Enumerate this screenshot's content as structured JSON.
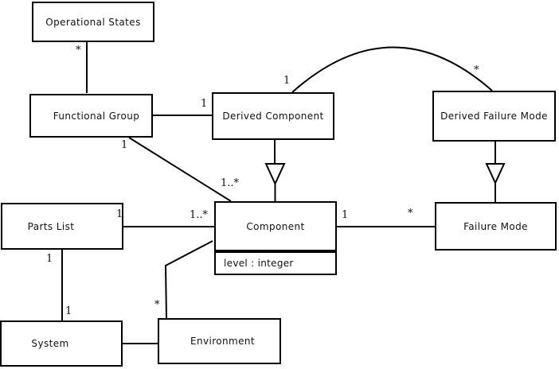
{
  "diagram": {
    "type": "uml-class-diagram",
    "background_color": "#ffffff",
    "line_color": "#000000",
    "classes": [
      {
        "id": "operational-states",
        "name": "Operational States"
      },
      {
        "id": "functional-group",
        "name": "Functional Group"
      },
      {
        "id": "derived-component",
        "name": "Derived Component"
      },
      {
        "id": "derived-failure-mode",
        "name": "Derived Failure Mode"
      },
      {
        "id": "parts-list",
        "name": "Parts List"
      },
      {
        "id": "component",
        "name": "Component",
        "attributes": [
          "level : integer"
        ]
      },
      {
        "id": "failure-mode",
        "name": "Failure Mode"
      },
      {
        "id": "system",
        "name": "System"
      },
      {
        "id": "environment",
        "name": "Environment"
      }
    ],
    "labels": {
      "os_fg": "*",
      "fg_dc": "1",
      "dc_arc": "1",
      "dfm_arc": "*",
      "fg_comp_1": "1",
      "fg_comp_many": "1..*",
      "pl_comp_1": "1",
      "pl_comp_many": "1..*",
      "comp_fm_1": "1",
      "comp_fm_star": "*",
      "pl_sys_top": "1",
      "pl_sys_bottom": "1",
      "comp_env_star": "*"
    },
    "relationships": [
      {
        "kind": "association",
        "from": "Functional Group",
        "to": "Operational States",
        "to_multiplicity": "*"
      },
      {
        "kind": "association",
        "from": "Functional Group",
        "from_multiplicity": "1",
        "to": "Derived Component"
      },
      {
        "kind": "association",
        "from": "Derived Component",
        "from_multiplicity": "1",
        "to": "Derived Failure Mode",
        "to_multiplicity": "*"
      },
      {
        "kind": "association",
        "from": "Functional Group",
        "from_multiplicity": "1",
        "to": "Component",
        "to_multiplicity": "1..*"
      },
      {
        "kind": "generalization",
        "child": "Derived Component",
        "parent": "Component"
      },
      {
        "kind": "generalization",
        "child": "Derived Failure Mode",
        "parent": "Failure Mode"
      },
      {
        "kind": "association",
        "from": "Parts List",
        "from_multiplicity": "1",
        "to": "Component",
        "to_multiplicity": "1..*"
      },
      {
        "kind": "association",
        "from": "Component",
        "from_multiplicity": "1",
        "to": "Failure Mode",
        "to_multiplicity": "*"
      },
      {
        "kind": "association",
        "from": "Parts List",
        "from_multiplicity": "1",
        "to": "System",
        "to_multiplicity": "1"
      },
      {
        "kind": "association",
        "from": "System",
        "to": "Environment"
      },
      {
        "kind": "association",
        "from": "Component",
        "to": "Environment",
        "to_multiplicity": "*"
      }
    ]
  }
}
